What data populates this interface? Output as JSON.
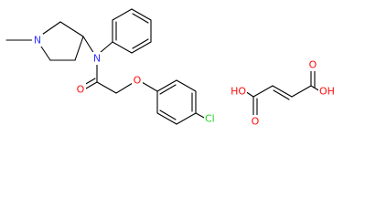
{
  "colors": {
    "background": "#ffffff",
    "bond": "#000000",
    "carbon_text": "#000000",
    "nitrogen": "#3333ff",
    "oxygen": "#ff0d0d",
    "chlorine": "#1ed21e"
  },
  "molecule_main": {
    "labels": {
      "methyl": "",
      "n_ring": "N",
      "n_amide": "N",
      "o_carbonyl": "O",
      "o_ether": "O",
      "cl": "Cl"
    }
  },
  "molecule_acid": {
    "labels": {
      "oh_left": "HO",
      "o_left": "O",
      "oh_right": "OH",
      "o_right": "O"
    }
  }
}
